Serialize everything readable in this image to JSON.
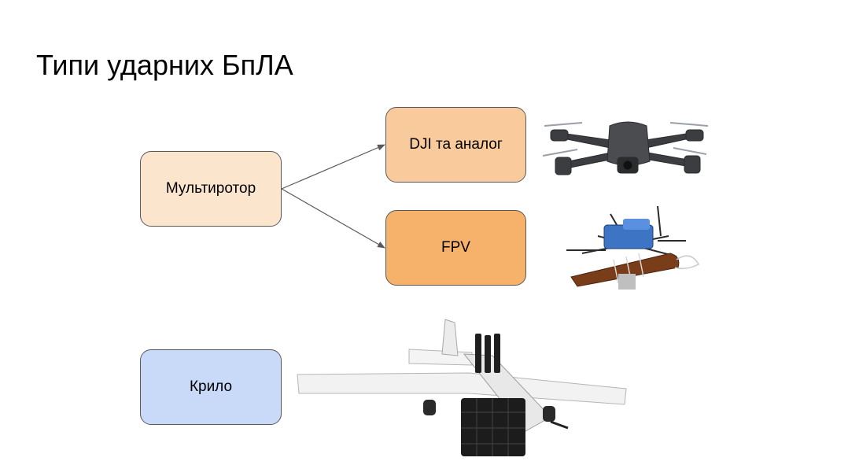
{
  "slide": {
    "title": "Типи ударних БпЛА"
  },
  "nodes": {
    "multirotor": "Мультиротор",
    "dji": "DJI та аналог",
    "fpv": "FPV",
    "wing": "Крило"
  },
  "colors": {
    "multirotor_fill": "#fce5cd",
    "dji_fill": "#f9cb9c",
    "fpv_fill": "#f6b26b",
    "wing_fill": "#c9daf8",
    "border": "#595959"
  },
  "images": {
    "dji_drone": "quadcopter-photo",
    "fpv_drone": "fpv-drone-photo",
    "wing_drone": "fixed-wing-drone-photo"
  }
}
